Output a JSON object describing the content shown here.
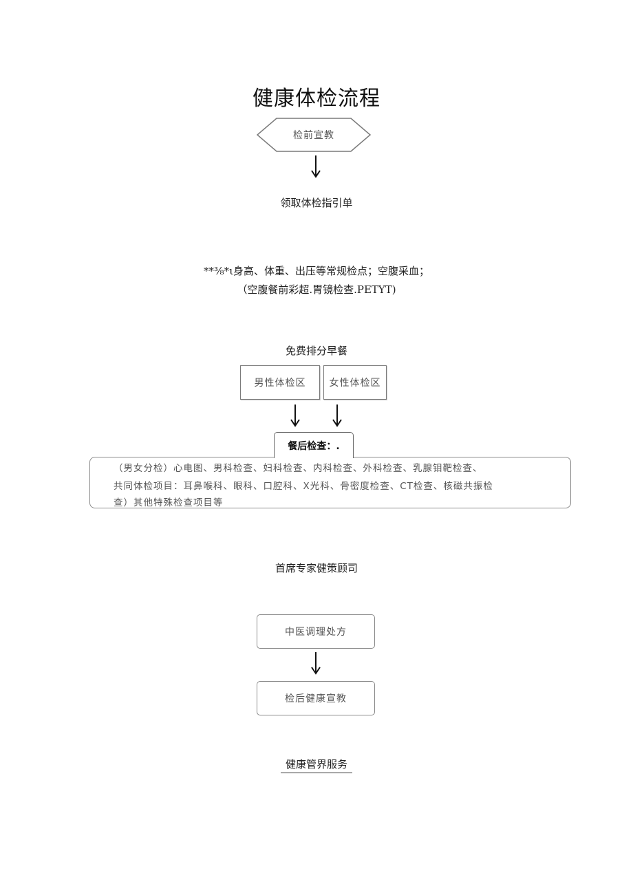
{
  "title": "健康体检流程",
  "steps": {
    "pre_check_education": "检前宣教",
    "get_guide_sheet": "领取体检指引单",
    "routine_line1": "**⅜*ι身高、体重、出压等常规检点；空腹采血；",
    "routine_line2": "（空腹餐前彩超.胃镜检查.PETYT)",
    "free_breakfast": "免费排分早餐",
    "male_area": "男性体检区",
    "female_area": "女性体检区",
    "after_meal": "餐后检查：.",
    "after_meal_line1": "（男女分检）心电图、男科检查、妇科检查、内科检查、外科检查、乳腺钼靶检查、",
    "after_meal_line2": "共同体检项目：耳鼻喉科、眼科、口腔科、X光科、骨密度检查、CT检查、核磁共振检",
    "after_meal_line3": "查）其他特殊检查项目等",
    "chief_consultant": "首席专家健策顾司",
    "tcm_prescription": "中医调理处方",
    "post_check_education": "检后健康宣教",
    "health_management": "健康管界服务"
  }
}
